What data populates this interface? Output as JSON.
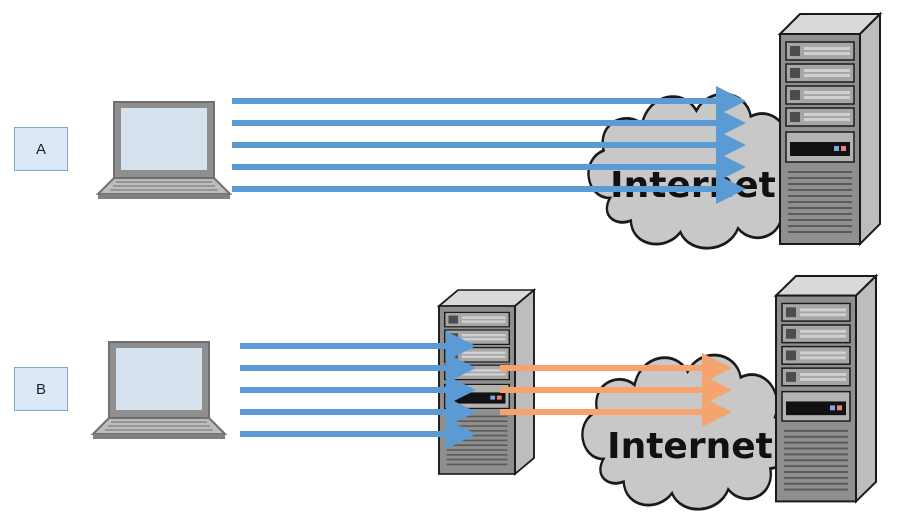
{
  "scenarios": [
    {
      "label": "A"
    },
    {
      "label": "B"
    }
  ],
  "cloud": {
    "text": "Internet"
  },
  "colors": {
    "direct_arrow": "#5b9bd5",
    "proxied_arrow": "#f4a46c",
    "cloud_fill": "#c8c8c8",
    "cloud_stroke": "#1a1a1a",
    "server_body": "#8f8f8f",
    "label_fill": "#dce8f7",
    "label_border": "#7fa6d8"
  },
  "icons": [
    "laptop-icon",
    "server-icon",
    "proxy-server-icon",
    "cloud-icon"
  ]
}
